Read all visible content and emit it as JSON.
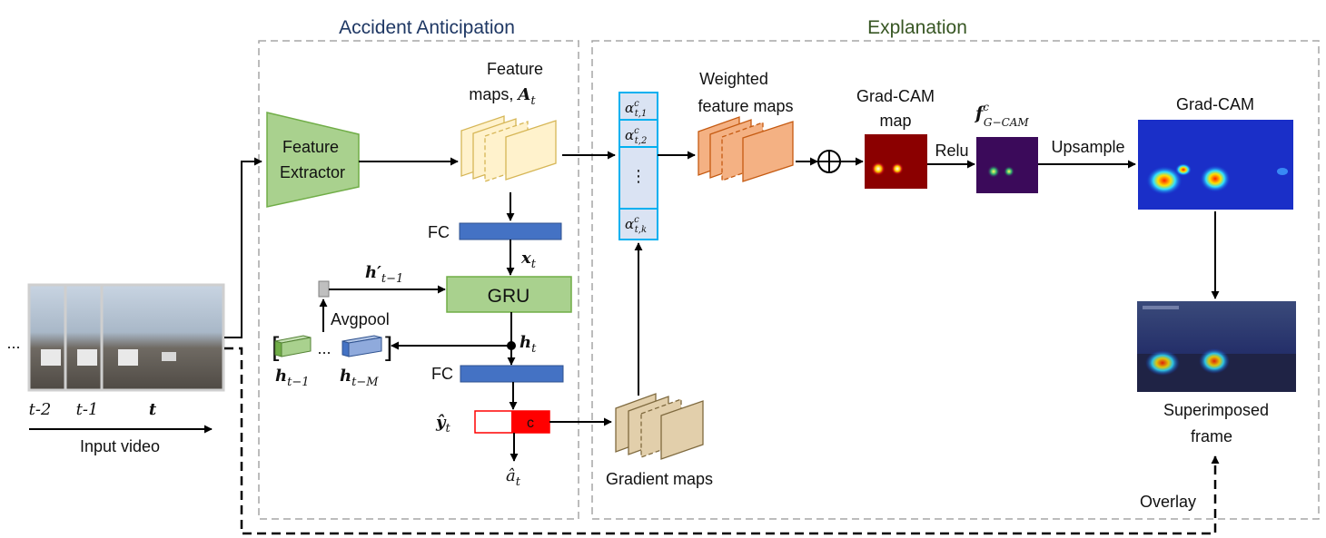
{
  "sections": {
    "anticipation": "Accident Anticipation",
    "explanation": "Explanation"
  },
  "colors": {
    "anticipation_title": "#1f3864",
    "explanation_title": "#375623",
    "feature_extractor": "#a9d18e",
    "gru": "#a9d18e",
    "fc": "#4472c4",
    "feature_maps": "#fff2cc",
    "weighted_maps": "#f4b183",
    "gradient_maps": "#e2cfab",
    "alpha_box": "#dae3f3",
    "alpha_border": "#00b0f0",
    "output_red": "#ff0000",
    "dashed_border": "#a6a6a6"
  },
  "input": {
    "ellipsis": "...",
    "frame_labels": [
      "t-2",
      "t-1",
      "t"
    ],
    "caption": "Input video"
  },
  "anticipation": {
    "feature_extractor_line1": "Feature",
    "feature_extractor_line2": "Extractor",
    "feature_maps_line1": "Feature",
    "feature_maps_line2": "maps, ",
    "feature_maps_symbol": "A",
    "feature_maps_sub": "t",
    "fc_top": "FC",
    "x_symbol": "x",
    "x_sub": "t",
    "gru": "GRU",
    "h_prime": "h′",
    "h_prime_sub": "t−1",
    "avgpool": "Avgpool",
    "ellipsis": "...",
    "h_left": "h",
    "h_left_sub": "t−1",
    "h_right": "h",
    "h_right_sub": "t−M",
    "h_t": "h",
    "h_t_sub": "t",
    "fc_bottom": "FC",
    "y_hat": "ŷ",
    "y_sub": "t",
    "c_label": "c",
    "a_hat": "â",
    "a_sub": "t"
  },
  "explanation": {
    "alpha_symbol": "α",
    "alpha_sup": "c",
    "alpha_subs": [
      "t,1",
      "t,2",
      "t,k"
    ],
    "alpha_dots": "⋮",
    "weighted_line1": "Weighted",
    "weighted_line2": "feature maps",
    "gradcam_map_line1": "Grad-CAM",
    "gradcam_map_line2": "map",
    "relu": "Relu",
    "f_symbol": "f",
    "f_sup": "c",
    "f_sub": "G−CAM",
    "upsample": "Upsample",
    "gradcam_title": "Grad-CAM",
    "superimposed_line1": "Superimposed",
    "superimposed_line2": "frame",
    "gradient_maps": "Gradient maps",
    "overlay": "Overlay"
  }
}
